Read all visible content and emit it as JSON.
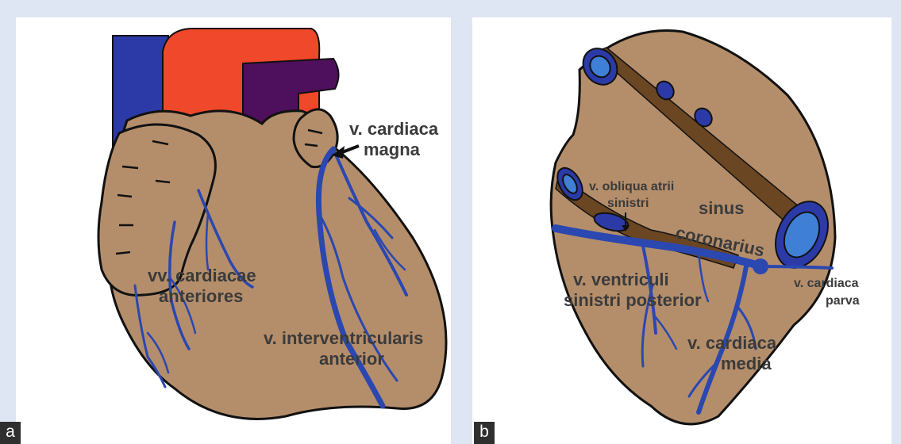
{
  "panels": [
    {
      "tag": "a",
      "labels": {
        "magna_line1": "v. cardiaca",
        "magna_line2": "magna",
        "ant_line1": "vv. cardiacae",
        "ant_line2": "anteriores",
        "iv_line1": "v. interventricularis",
        "iv_line2": "anterior"
      }
    },
    {
      "tag": "b",
      "labels": {
        "obl_line1": "v. obliqua atrii",
        "obl_line2": "sinistri",
        "sinus_line1": "sinus",
        "sinus_line2": "coronarius",
        "post_line1": "v. ventriculi",
        "post_line2": "sinistri posterior",
        "media_line1": "v. cardiaca",
        "media_line2": "media",
        "parva_line1": "v. cardiaca",
        "parva_line2": "parva"
      }
    }
  ],
  "colors": {
    "heart_fill": "#b48e6b",
    "vein": "#2b47b0",
    "superior_vena_cava": "#2c3aa8",
    "aorta": "#f0482a",
    "pulmonary_trunk": "#4e0f5c",
    "sinus_band": "#6b4622",
    "label": "#3b3b3b",
    "frame": "#dde6f2"
  }
}
